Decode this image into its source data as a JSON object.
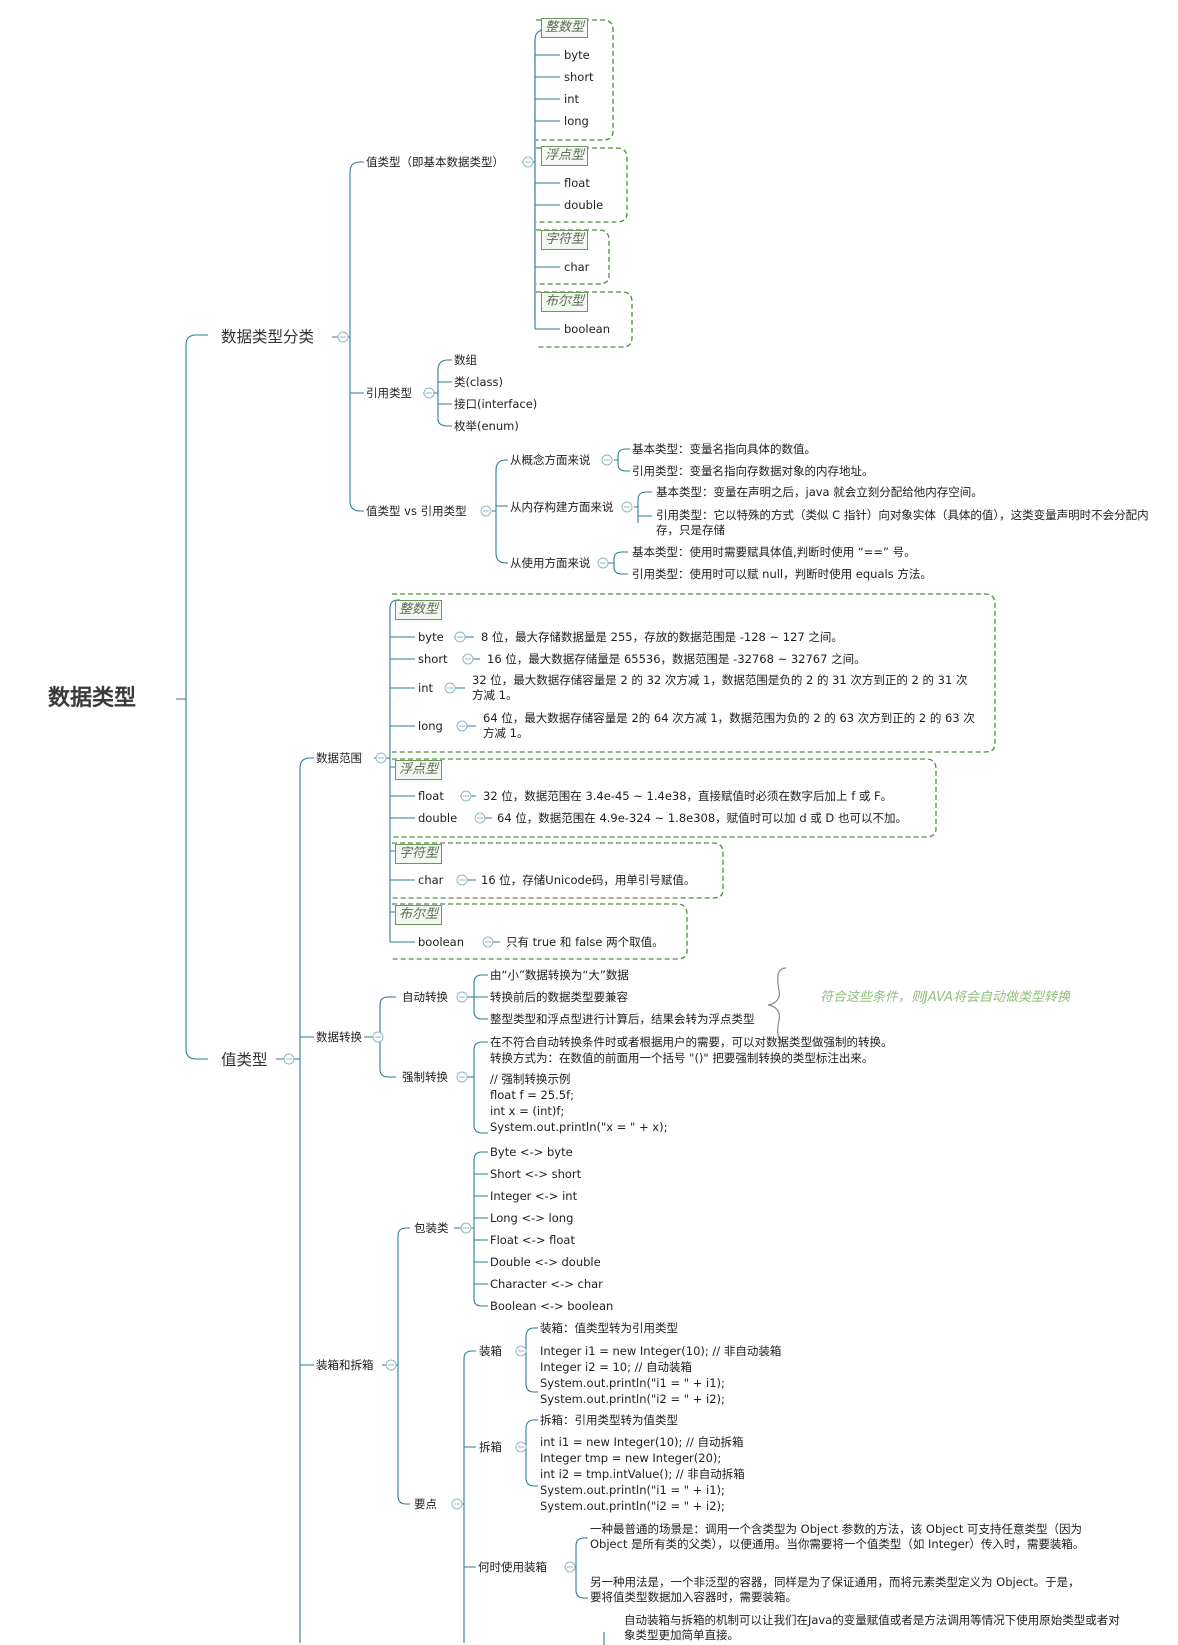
{
  "root": "数据类型",
  "l1": {
    "classification": "数据类型分类",
    "value_type": "值类型"
  },
  "classification": {
    "value_types_label": "值类型（即基本数据类型）",
    "groups": [
      {
        "name": "整数型",
        "items": [
          "byte",
          "short",
          "int",
          "long"
        ]
      },
      {
        "name": "浮点型",
        "items": [
          "float",
          "double"
        ]
      },
      {
        "name": "字符型",
        "items": [
          "char"
        ]
      },
      {
        "name": "布尔型",
        "items": [
          "boolean"
        ]
      }
    ],
    "reference_label": "引用类型",
    "reference_items": [
      "数组",
      "类(class)",
      "接口(interface)",
      "枚举(enum)"
    ],
    "vs_label": "值类型 vs 引用类型",
    "vs": [
      {
        "label": "从概念方面来说",
        "points": [
          "基本类型：变量名指向具体的数值。",
          "引用类型：变量名指向存数据对象的内存地址。"
        ]
      },
      {
        "label": "从内存构建方面来说",
        "points": [
          "基本类型：变量在声明之后，java 就会立刻分配给他内存空间。",
          "引用类型：它以特殊的方式（类似 C 指针）向对象实体（具体的值），这类变量声明时不会分配内存，只是存储"
        ]
      },
      {
        "label": "从使用方面来说",
        "points": [
          "基本类型：使用时需要赋具体值,判断时使用 “==” 号。",
          "引用类型：使用时可以赋 null，判断时使用 equals 方法。"
        ]
      }
    ]
  },
  "range": {
    "label": "数据范围",
    "groups": [
      {
        "name": "整数型",
        "items": [
          {
            "type": "byte",
            "desc": "8 位，最大存储数据量是 255，存放的数据范围是 -128 ~ 127 之间。"
          },
          {
            "type": "short",
            "desc": "16 位，最大数据存储量是 65536，数据范围是 -32768 ~ 32767 之间。"
          },
          {
            "type": "int",
            "desc": "32 位，最大数据存储容量是 2 的 32 次方减 1，数据范围是负的 2 的 31 次方到正的 2 的 31 次方减 1。"
          },
          {
            "type": "long",
            "desc": "64 位，最大数据存储容量是 2的 64 次方减 1，数据范围为负的 2 的 63 次方到正的 2 的 63 次方减 1。"
          }
        ]
      },
      {
        "name": "浮点型",
        "items": [
          {
            "type": "float",
            "desc": "32 位，数据范围在 3.4e-45 ~ 1.4e38，直接赋值时必须在数字后加上 f 或 F。"
          },
          {
            "type": "double",
            "desc": "64 位，数据范围在 4.9e-324 ~ 1.8e308，赋值时可以加 d 或 D 也可以不加。"
          }
        ]
      },
      {
        "name": "字符型",
        "items": [
          {
            "type": "char",
            "desc": "16 位，存储Unicode码，用单引号赋值。"
          }
        ]
      },
      {
        "name": "布尔型",
        "items": [
          {
            "type": "boolean",
            "desc": "只有 true 和 false 两个取值。"
          }
        ]
      }
    ]
  },
  "conversion": {
    "label": "数据转换",
    "auto_label": "自动转换",
    "auto_items": [
      "由“小”数据转换为“大”数据",
      "转换前后的数据类型要兼容",
      "整型类型和浮点型进行计算后，结果会转为浮点类型"
    ],
    "auto_note": "符合这些条件，则JAVA将会自动做类型转换",
    "forced_label": "强制转换",
    "forced_lines": [
      "在不符合自动转换条件时或者根据用户的需要，可以对数据类型做强制的转换。",
      "转换方式为：在数值的前面用一个括号 \"()\" 把要强制转换的类型标注出来。"
    ],
    "forced_code": [
      "// 强制转换示例",
      "float f = 25.5f;",
      "int x = (int)f;",
      "System.out.println(\"x = \" + x);"
    ]
  },
  "boxing": {
    "label": "装箱和拆箱",
    "wrapper_label": "包装类",
    "wrappers": [
      "Byte <-> byte",
      "Short <-> short",
      "Integer <-> int",
      "Long <-> long",
      "Float <-> float",
      "Double <-> double",
      "Character <-> char",
      "Boolean <-> boolean"
    ],
    "points_label": "要点",
    "box_label": "装箱",
    "box_desc": "装箱：值类型转为引用类型",
    "box_code": [
      "Integer i1 = new Integer(10); // 非自动装箱",
      "Integer i2 = 10; // 自动装箱",
      "System.out.println(\"i1 = \" + i1);",
      "System.out.println(\"i2 = \" + i2);"
    ],
    "unbox_label": "拆箱",
    "unbox_desc": "拆箱：引用类型转为值类型",
    "unbox_code": [
      "int i1 = new Integer(10); // 自动拆箱",
      "Integer tmp = new Integer(20);",
      "int i2 = tmp.intValue(); // 非自动拆箱",
      "System.out.println(\"i1 = \" + i1);",
      "System.out.println(\"i2 = \" + i2);"
    ],
    "when_label": "何时使用装箱",
    "when_points": [
      "一种最普通的场景是：调用一个含类型为 Object 参数的方法，该 Object 可支持任意类型（因为 Object 是所有类的父类），以便通用。当你需要将一个值类型（如 Integer）传入时，需要装箱。",
      "另一种用法是，一个非泛型的容器，同样是为了保证通用，而将元素类型定义为 Object。于是，要将值类型数据加入容器时，需要装箱。"
    ],
    "footer": "自动装箱与拆箱的机制可以让我们在Java的变量赋值或者是方法调用等情况下使用原始类型或者对象类型更加简单直接。"
  }
}
